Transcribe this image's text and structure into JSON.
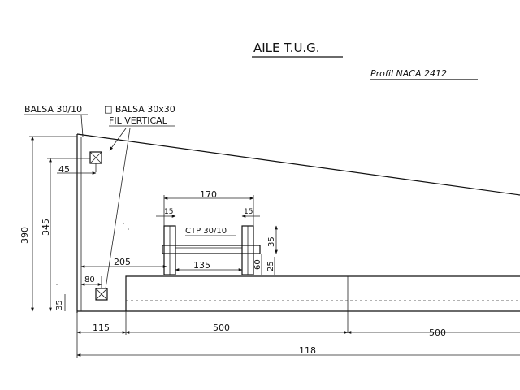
{
  "title": "AILE  T.U.G.",
  "profile": "Profil NACA 2412",
  "labels": {
    "balsa_spar": "BALSA 30/10",
    "balsa_square": "□ BALSA 30x30",
    "fil_vertical": "FIL VERTICAL",
    "ctp": "CTP 30/10"
  },
  "dimensions": {
    "d390": "390",
    "d345": "345",
    "d45": "45",
    "d80": "80",
    "d35": "35",
    "d205": "205",
    "d170": "170",
    "d15a": "15",
    "d15b": "15",
    "d35b": "35",
    "d135": "135",
    "d60": "60",
    "d25": "25",
    "d115": "115",
    "d500a": "500",
    "d500b": "500",
    "d118": "118"
  }
}
